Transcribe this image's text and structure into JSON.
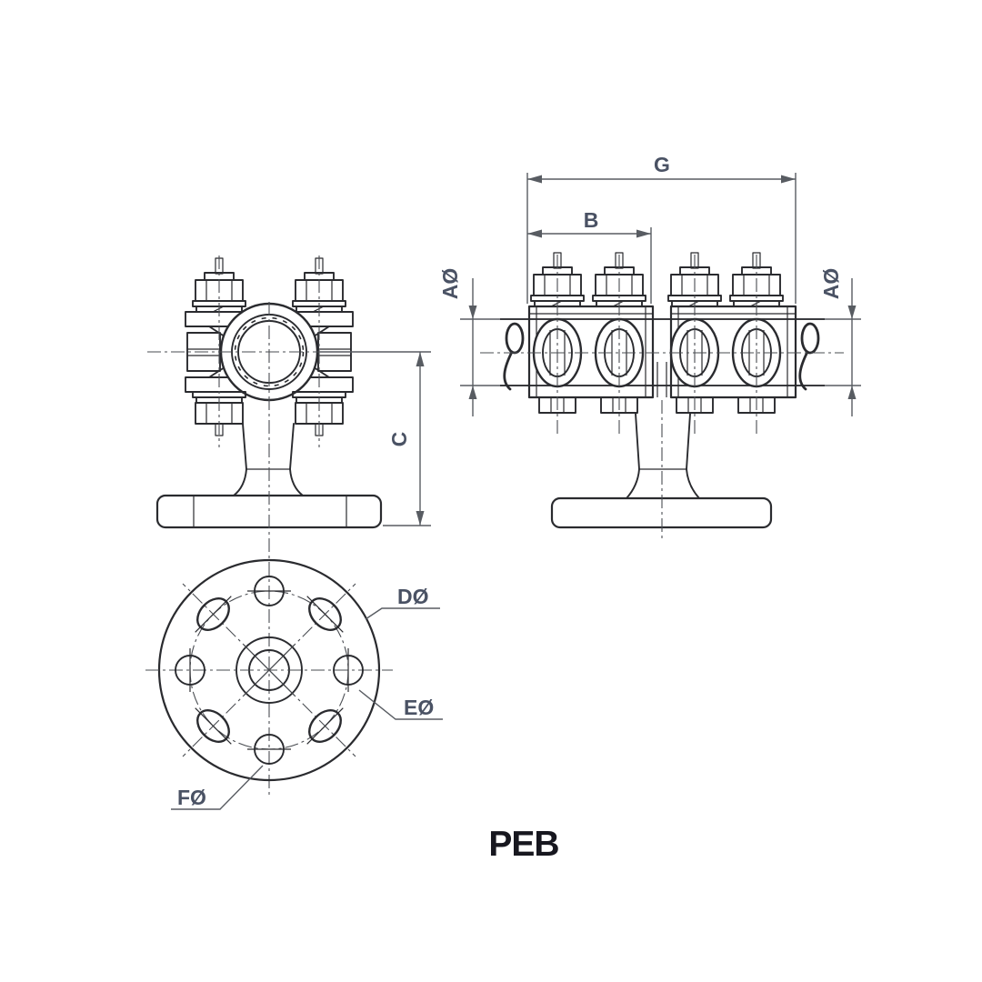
{
  "title": "PEB",
  "colors": {
    "bg": "#ffffff",
    "line": "#2a2b2f",
    "dim": "#585c62",
    "center": "#4a4d52",
    "label": "#4a5264",
    "title_color": "#17171f"
  },
  "labels": {
    "g": "G",
    "b": "B",
    "c": "C",
    "a_left": "AØ",
    "a_right": "AØ",
    "d": "DØ",
    "e": "EØ",
    "f": "FØ"
  }
}
